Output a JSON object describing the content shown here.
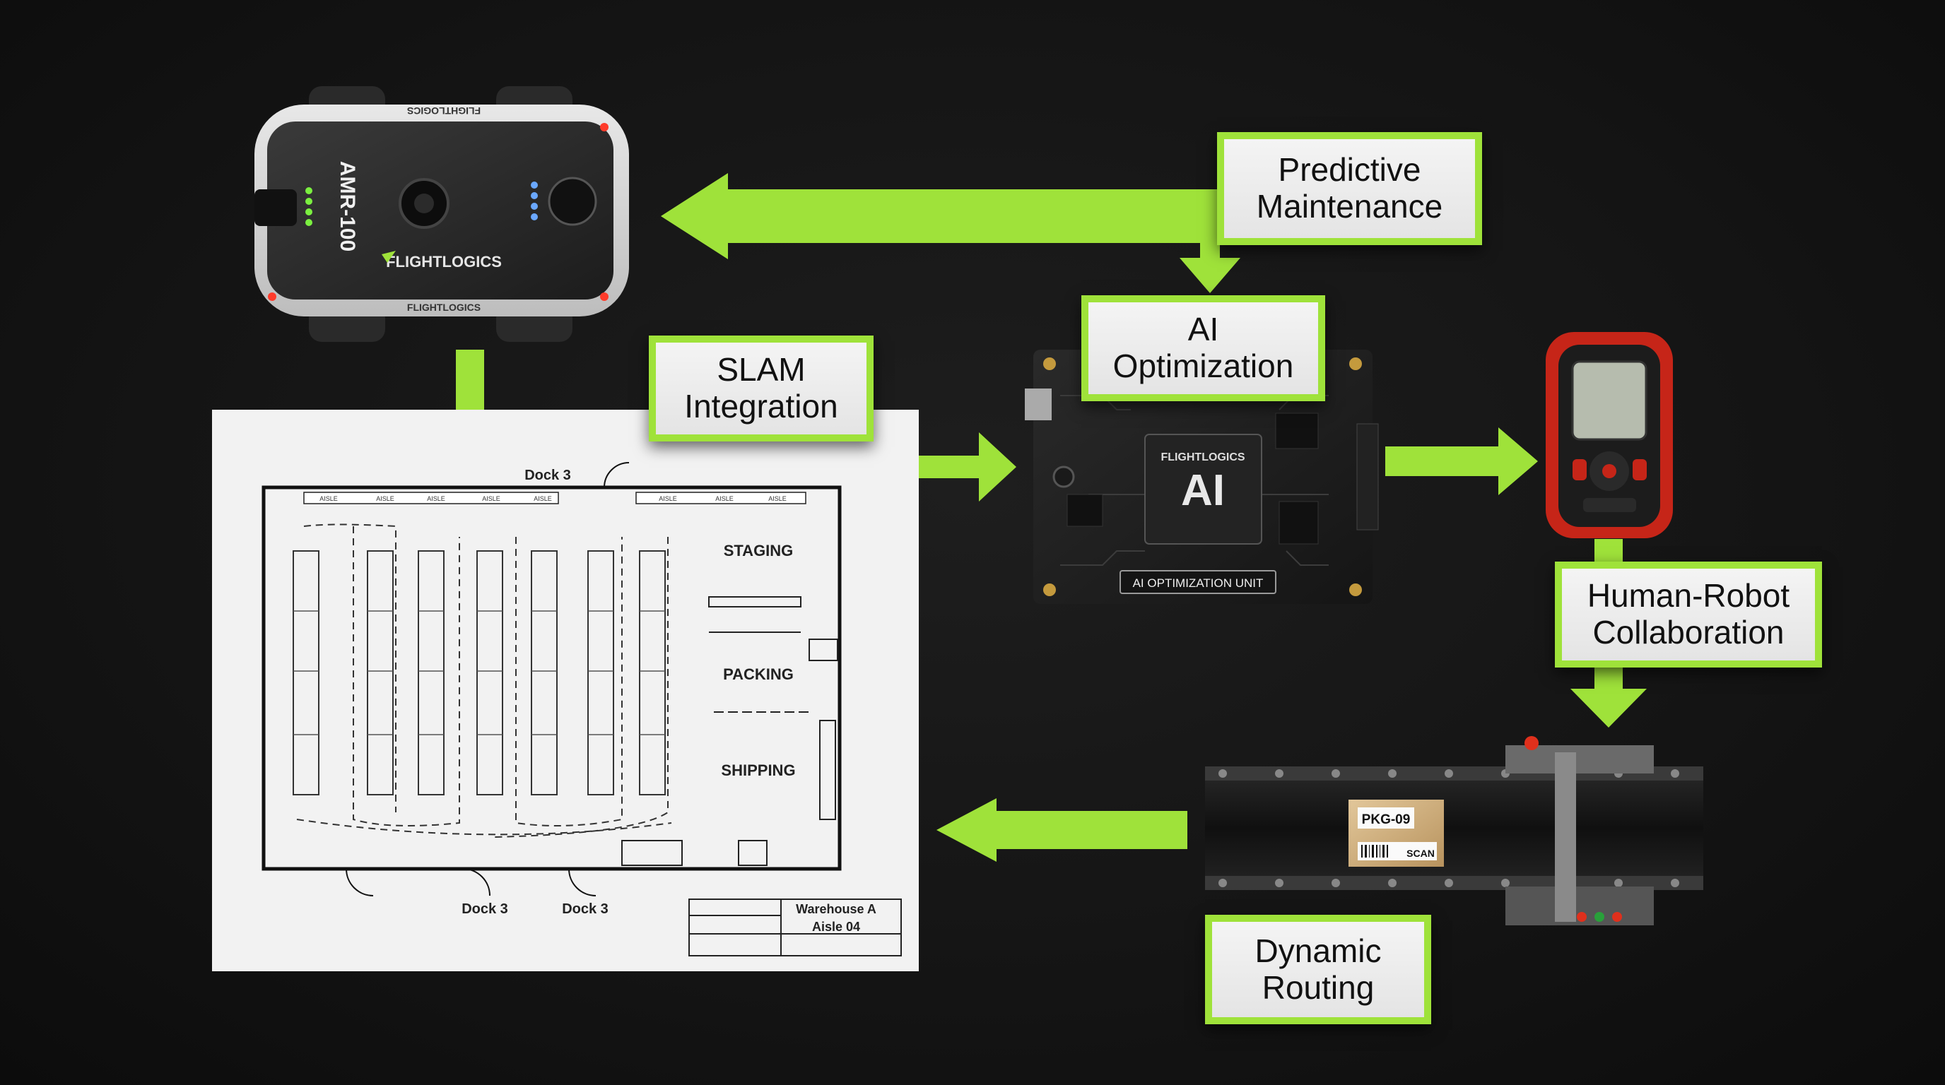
{
  "colors": {
    "accent": "#9fe23a",
    "background": "#141414",
    "label_bg": "#eeeeee"
  },
  "labels": {
    "predictive_maintenance": "Predictive\nMaintenance",
    "ai_optimization": "AI\nOptimization",
    "slam_integration": "SLAM\nIntegration",
    "human_robot": "Human-Robot\nCollaboration",
    "dynamic_routing": "Dynamic\nRouting"
  },
  "robot": {
    "model": "AMR-100",
    "brand": "FLIGHTLOGICS",
    "brand_rear": "FLIGHTLOGICS",
    "brand_front": "FLIGHTLOGICS"
  },
  "board": {
    "brand": "FLIGHTLOGICS",
    "chip": "AI",
    "unit_label": "AI OPTIMIZATION UNIT"
  },
  "conveyor": {
    "package_id": "PKG-09",
    "scan_label": "SCAN"
  },
  "floorplan": {
    "dock_top": "Dock 3",
    "dock_bottom_1": "Dock 3",
    "dock_bottom_2": "Dock 3",
    "zones": [
      "STAGING",
      "PACKING",
      "SHIPPING"
    ],
    "title_block": {
      "line1": "Warehouse A",
      "line2": "Aisle 04"
    },
    "aisle_tags": [
      "AISLE",
      "AISLE",
      "AISLE",
      "AISLE",
      "AISLE",
      "AISLE",
      "AISLE",
      "AISLE"
    ]
  },
  "icons": [
    "robot-icon",
    "microchip-icon",
    "handheld-scanner-icon",
    "conveyor-icon",
    "blueprint-icon",
    "package-icon"
  ]
}
